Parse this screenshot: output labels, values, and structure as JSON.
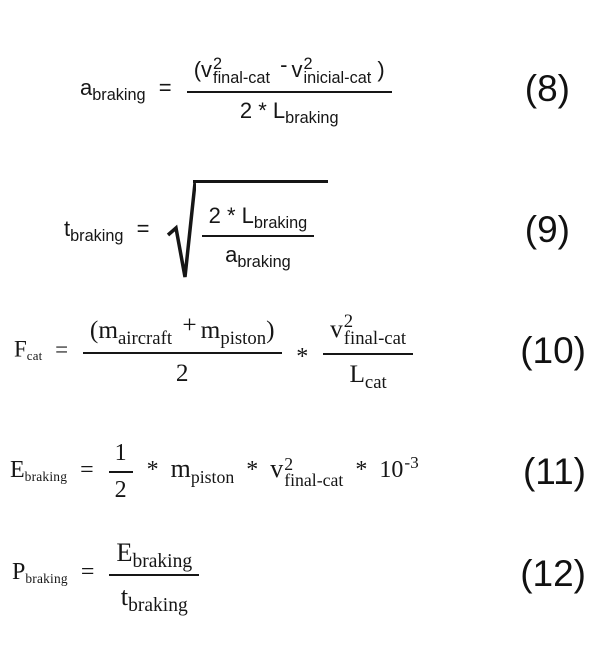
{
  "page": {
    "background": "#ffffff",
    "ink": "#161616"
  },
  "equations": {
    "eq8": {
      "number": "(8)",
      "lhs_base": "a",
      "lhs_sub": "braking",
      "equals": "=",
      "n_open": "(v",
      "n_sup1": "2",
      "n_sub1": "final-cat",
      "n_minus": "-",
      "n_v2": "v",
      "n_sup2": "2",
      "n_sub2": "inicial-cat",
      "n_close": ")",
      "d_pre": "2 * L",
      "d_sub": "braking"
    },
    "eq9": {
      "number": "(9)",
      "lhs_base": "t",
      "lhs_sub": "braking",
      "equals": "=",
      "n_pre": "2 * L",
      "n_sub": "braking",
      "d_base": "a",
      "d_sub": "braking"
    },
    "eq10": {
      "number": "(10)",
      "lhs_base": "F",
      "lhs_sub": "cat",
      "equals": "=",
      "n_open": "(m",
      "n_sub1": "aircraft",
      "n_plus": "+",
      "n_m2": "m",
      "n_sub2": "piston",
      "n_close": ")",
      "den": "2",
      "times": "*",
      "v_base": "v",
      "v_sup": "2",
      "v_sub": "final-cat",
      "L_base": "L",
      "L_sub": "cat"
    },
    "eq11": {
      "number": "(11)",
      "lhs_base": "E",
      "lhs_sub": "braking",
      "equals": "=",
      "f_num": "1",
      "f_den": "2",
      "t1": "*",
      "m_base": "m",
      "m_sub": "piston",
      "t2": "*",
      "v_base": "v",
      "v_sup": "2",
      "v_sub": "final-cat",
      "t3": "*",
      "p_base": "10",
      "p_sup": "-3"
    },
    "eq12": {
      "number": "(12)",
      "lhs_base": "P",
      "lhs_sub": "braking",
      "equals": "=",
      "n_base": "E",
      "n_sub": "braking",
      "d_base": "t",
      "d_sub": "braking"
    }
  }
}
